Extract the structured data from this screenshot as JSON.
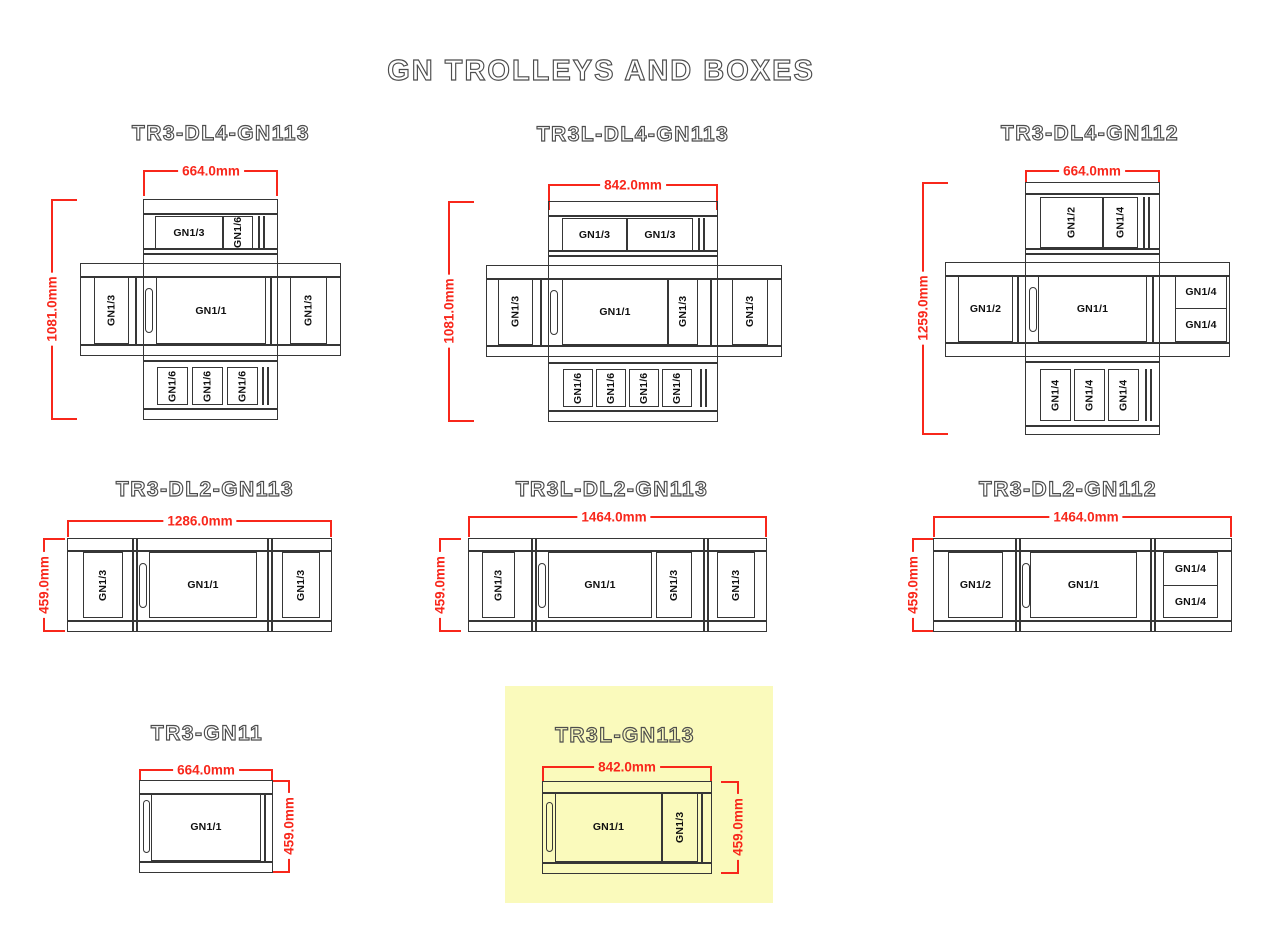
{
  "page": {
    "title": "GN TROLLEYS AND BOXES"
  },
  "colors": {
    "dimension_red": "#f8271b",
    "line_dark": "#363636",
    "highlight_yellow": "#fafabc",
    "outline_text_gray": "#4d4d4d"
  },
  "diagrams": [
    {
      "name": "TR3-DL4-GN113",
      "width_mm": "664.0mm",
      "height_mm": "1081.0mm",
      "top_arm_boxes": [
        "GN1/3",
        "GN1/6"
      ],
      "center_boxes": [
        "GN1/3",
        "GN1/1",
        "GN1/3"
      ],
      "bottom_arm_boxes": [
        "GN1/6",
        "GN1/6",
        "GN1/6"
      ]
    },
    {
      "name": "TR3L-DL4-GN113",
      "width_mm": "842.0mm",
      "height_mm": "1081.0mm",
      "top_arm_boxes": [
        "GN1/3",
        "GN1/3"
      ],
      "center_boxes": [
        "GN1/3",
        "GN1/1",
        "GN1/3",
        "GN1/3"
      ],
      "bottom_arm_boxes": [
        "GN1/6",
        "GN1/6",
        "GN1/6",
        "GN1/6"
      ]
    },
    {
      "name": "TR3-DL4-GN112",
      "width_mm": "664.0mm",
      "height_mm": "1259.0mm",
      "top_arm_boxes": [
        "GN1/2",
        "GN1/4"
      ],
      "center_boxes": [
        "GN1/2",
        "GN1/1",
        "GN1/4",
        "GN1/4"
      ],
      "bottom_arm_boxes": [
        "GN1/4",
        "GN1/4",
        "GN1/4"
      ]
    },
    {
      "name": "TR3-DL2-GN113",
      "width_mm": "1286.0mm",
      "height_mm": "459.0mm",
      "boxes": [
        "GN1/3",
        "GN1/1",
        "GN1/3"
      ]
    },
    {
      "name": "TR3L-DL2-GN113",
      "width_mm": "1464.0mm",
      "height_mm": "459.0mm",
      "boxes": [
        "GN1/3",
        "GN1/1",
        "GN1/3",
        "GN1/3"
      ]
    },
    {
      "name": "TR3-DL2-GN112",
      "width_mm": "1464.0mm",
      "height_mm": "459.0mm",
      "boxes": [
        "GN1/2",
        "GN1/1",
        "GN1/4",
        "GN1/4"
      ]
    },
    {
      "name": "TR3-GN11",
      "width_mm": "664.0mm",
      "height_mm": "459.0mm",
      "boxes": [
        "GN1/1"
      ]
    },
    {
      "name": "TR3L-GN113",
      "width_mm": "842.0mm",
      "height_mm": "459.0mm",
      "highlighted": true,
      "boxes": [
        "GN1/1",
        "GN1/3"
      ]
    }
  ]
}
